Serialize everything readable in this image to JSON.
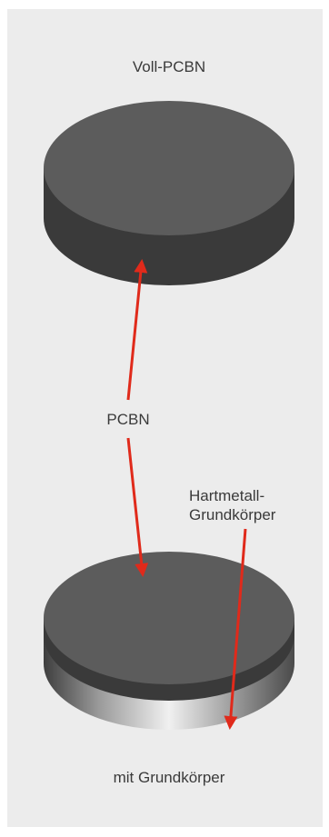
{
  "diagram": {
    "top_label": "Voll-PCBN",
    "middle_label": "PCBN",
    "carbide_label_line1": "Hartmetall-",
    "carbide_label_line2": "Grundkörper",
    "bottom_label": "mit Grundkörper"
  },
  "colors": {
    "panel_background": "#ececec",
    "pcbn_top_face": "#5c5c5c",
    "pcbn_side": "#3a3a3a",
    "carbide_side_light": "#f2f2f2",
    "carbide_side_dark": "#4a4a4a",
    "arrow": "#e02a1b",
    "label_text": "#3a3a3a"
  }
}
